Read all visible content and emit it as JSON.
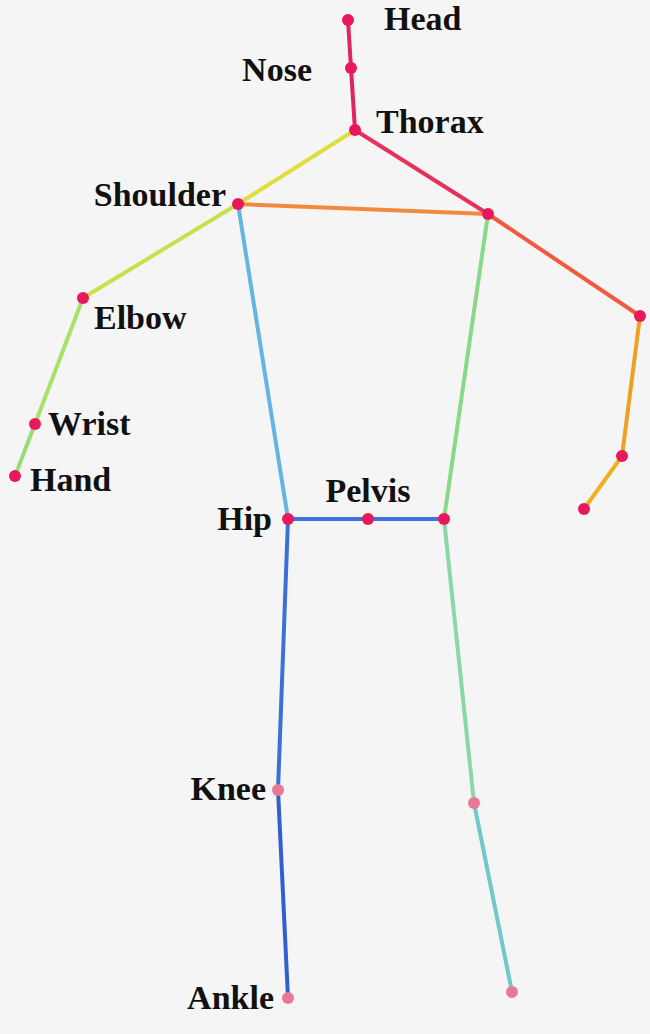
{
  "diagram": {
    "labels": [
      "Head",
      "Nose",
      "Thorax",
      "Shoulder",
      "Elbow",
      "Wrist",
      "Hand",
      "Pelvis",
      "Hip",
      "Knee",
      "Ankle"
    ]
  }
}
